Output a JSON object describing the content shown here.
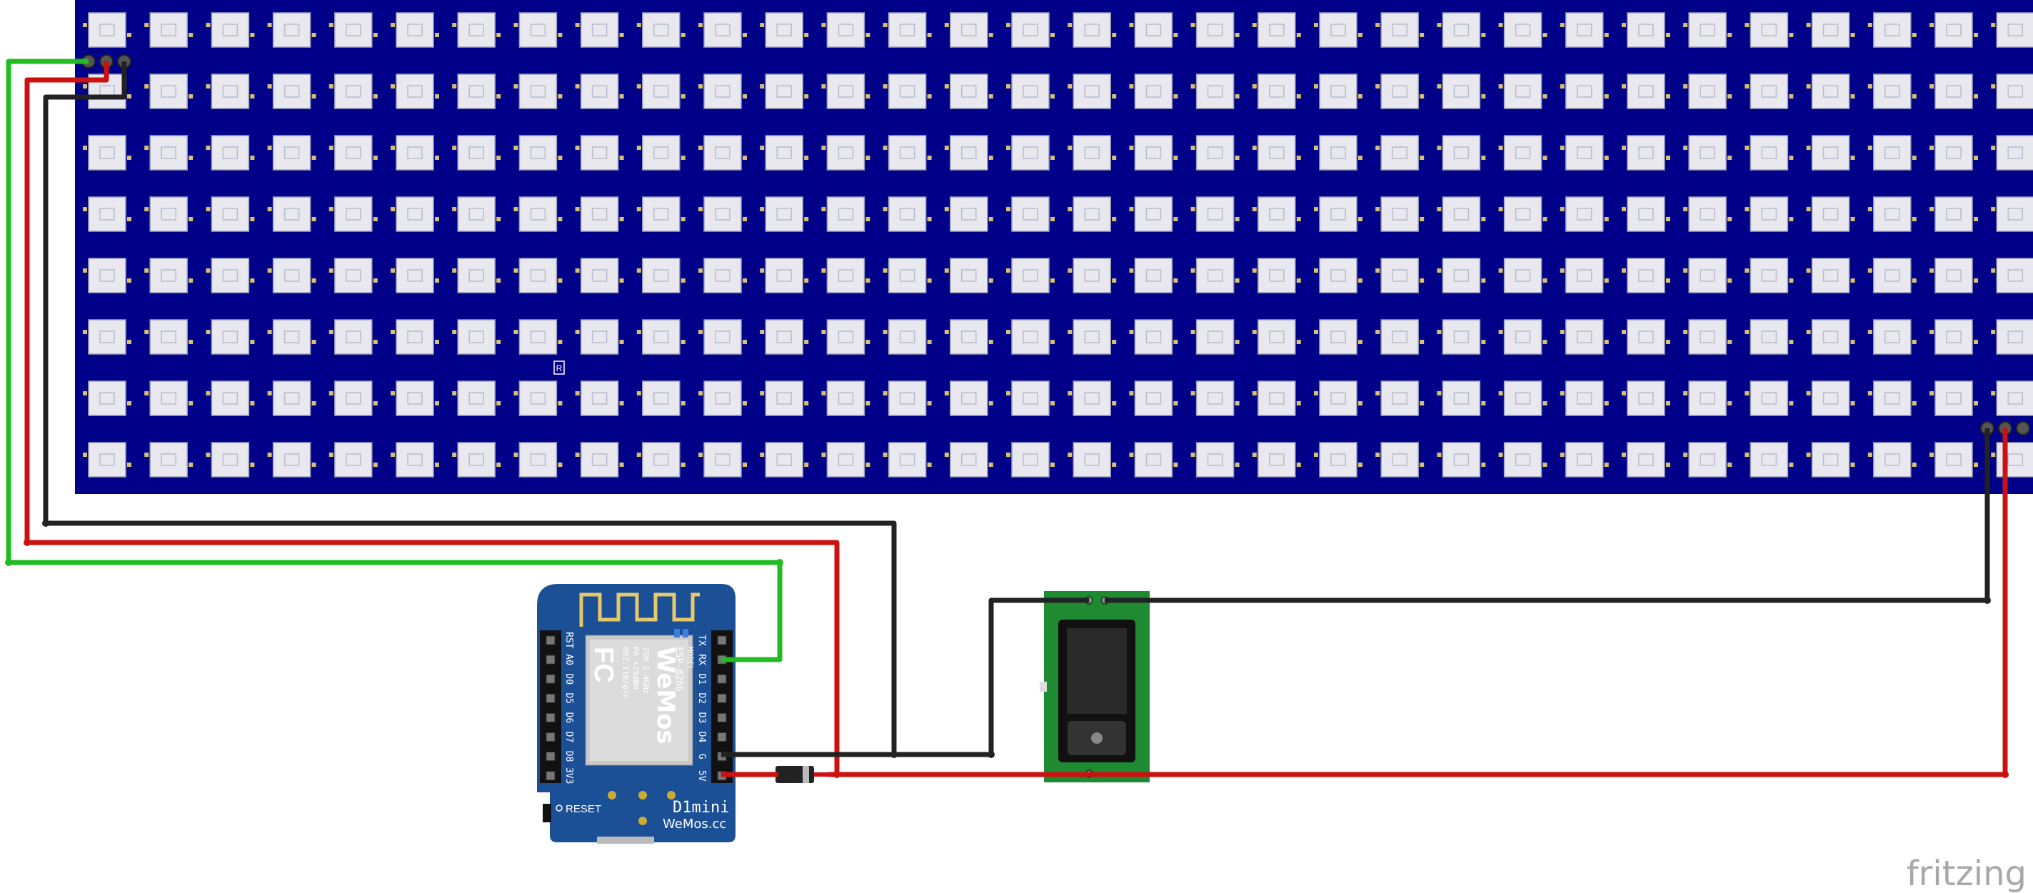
{
  "matrix": {
    "rows": 8,
    "cols": 32,
    "board_color": "#000088",
    "led_color": "#e8e8ee",
    "marker_label": "R"
  },
  "controller": {
    "board_color": "#1b4f96",
    "module_model": "ESP-8266",
    "module_brand": "WeMos",
    "module_specs": [
      "MODEL",
      "ISM 2.4GHz",
      "PA +25dBm",
      "802.11b/g/n"
    ],
    "fcc_mark": "FC",
    "left_pins": [
      "RST",
      "A0",
      "D0",
      "D5",
      "D6",
      "D7",
      "D8",
      "3V3"
    ],
    "right_pins": [
      "TX",
      "RX",
      "D1",
      "D2",
      "D3",
      "D4",
      "G",
      "5V"
    ],
    "reset_label": "RESET",
    "product_name": "D1mini",
    "website": "WeMos.cc"
  },
  "power_jack": {
    "board_color": "#1e8a32"
  },
  "diode": {
    "body_color": "#222222",
    "band_color": "#bbbbbb"
  },
  "wires": {
    "data": "#22bb22",
    "power": "#cc1111",
    "ground": "#222222"
  },
  "watermark": "fritzing"
}
